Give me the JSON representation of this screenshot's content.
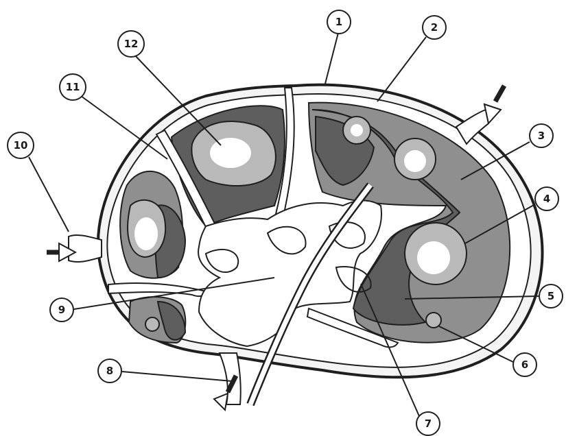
{
  "diagram": {
    "colors": {
      "background": "#ffffff",
      "outline": "#1f1f1f",
      "capsule": "#e8e8e8",
      "cortex_dark": "#5e5e5e",
      "cortex_mid": "#8f8f8f",
      "follicle": "#b9b9b9",
      "germinal_center": "#ffffff",
      "sinus": "#ffffff"
    },
    "labels": [
      {
        "id": "1",
        "text": "1"
      },
      {
        "id": "2",
        "text": "2"
      },
      {
        "id": "3",
        "text": "3"
      },
      {
        "id": "4",
        "text": "4"
      },
      {
        "id": "5",
        "text": "5"
      },
      {
        "id": "6",
        "text": "6"
      },
      {
        "id": "7",
        "text": "7"
      },
      {
        "id": "8",
        "text": "8"
      },
      {
        "id": "9",
        "text": "9"
      },
      {
        "id": "10",
        "text": "10"
      },
      {
        "id": "11",
        "text": "11"
      },
      {
        "id": "12",
        "text": "12"
      }
    ]
  }
}
